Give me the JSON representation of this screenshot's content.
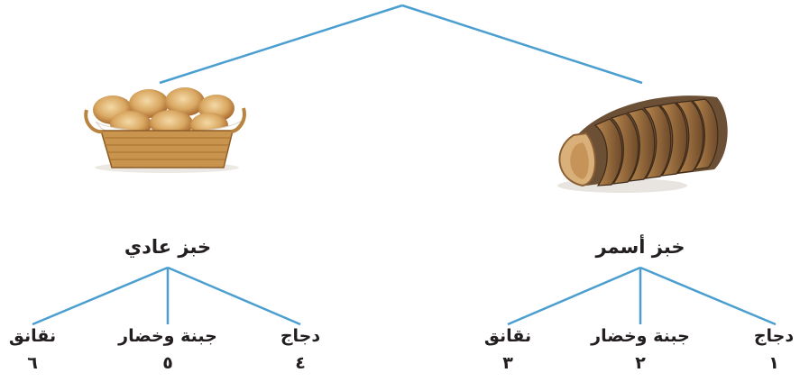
{
  "tree": {
    "line_color": "#4b9fd0",
    "branches": [
      {
        "bread": "خبز أسمر",
        "image": "sliced-brown-bread",
        "fillings": [
          {
            "name": "دجاج",
            "number": "١"
          },
          {
            "name": "جبنة وخضار",
            "number": "٢"
          },
          {
            "name": "نقانق",
            "number": "٣"
          }
        ]
      },
      {
        "bread": "خبز عادي",
        "image": "bread-rolls-basket",
        "fillings": [
          {
            "name": "دجاج",
            "number": "٤"
          },
          {
            "name": "جبنة وخضار",
            "number": "٥"
          },
          {
            "name": "نقانق",
            "number": "٦"
          }
        ]
      }
    ]
  }
}
